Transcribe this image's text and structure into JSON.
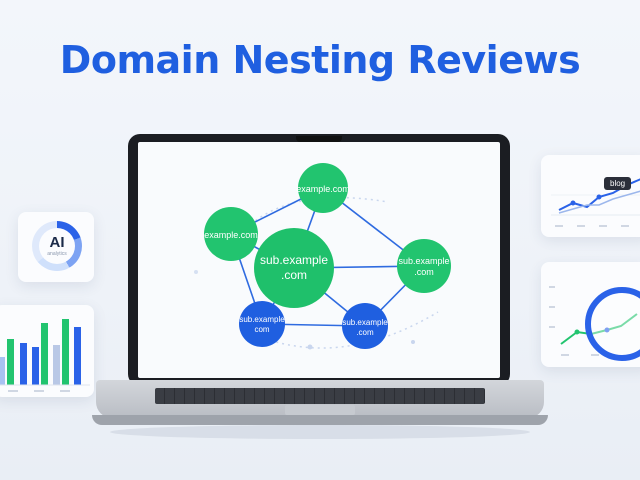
{
  "header": {
    "title": "Domain Nesting Reviews"
  },
  "ai_card": {
    "label": "AI",
    "sub": "analytics"
  },
  "line_card": {
    "badge": "blog"
  },
  "diagram": {
    "nodes": [
      {
        "id": "top",
        "label": "example.com",
        "color": "#22c46f"
      },
      {
        "id": "left",
        "label": "example.com",
        "color": "#22c46f"
      },
      {
        "id": "center",
        "label": "sub.example\n.com",
        "color": "#1fc06b"
      },
      {
        "id": "right",
        "label": "sub.example\n.com",
        "color": "#22c46f"
      },
      {
        "id": "bottom-left",
        "label": "sub.example\ncom",
        "color": "#1f5fe0"
      },
      {
        "id": "bottom-right",
        "label": "sub.example\n.com",
        "color": "#1f5fe0"
      }
    ]
  },
  "colors": {
    "accent": "#1f5fe0",
    "green": "#22c46f"
  }
}
